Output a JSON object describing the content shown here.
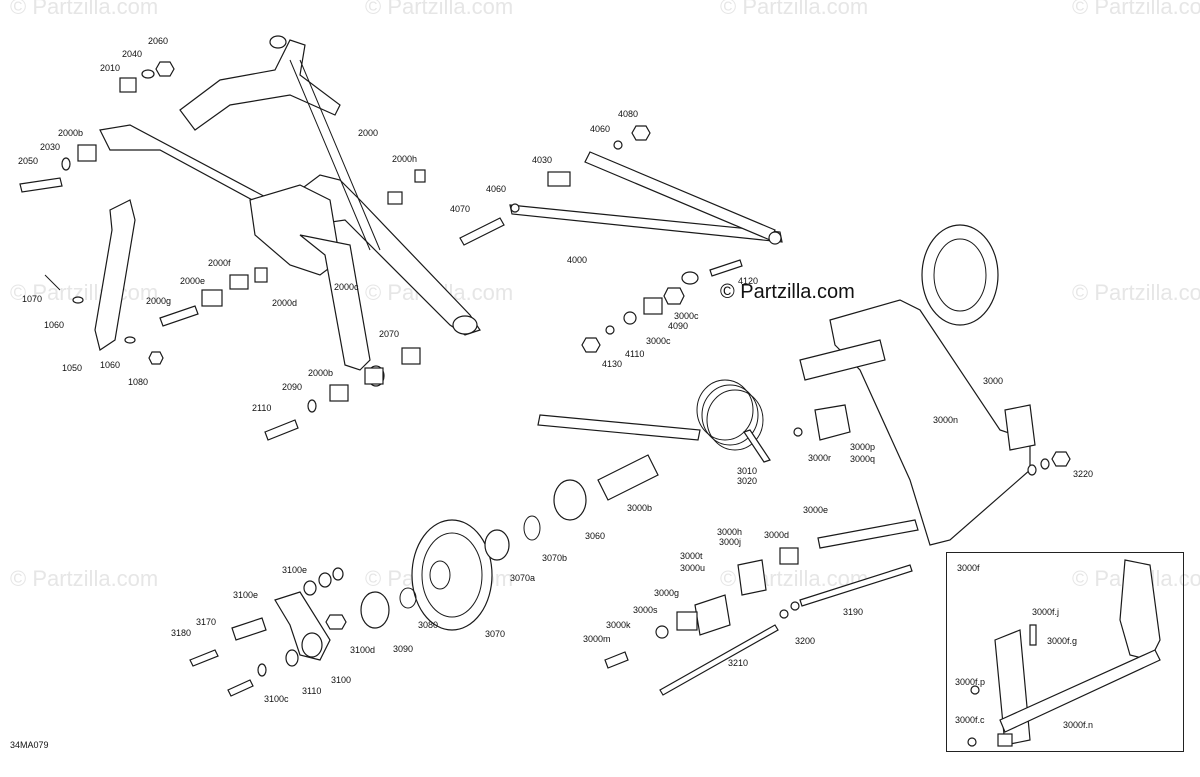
{
  "watermark": "© Partzilla.com",
  "brand": "© Partzilla.com",
  "figure_code": "34MA079",
  "inset_title": "3000f",
  "part_labels": [
    "2060",
    "2040",
    "2010",
    "2000b",
    "2030",
    "2050",
    "2000",
    "2000h",
    "1070",
    "1060",
    "1050",
    "1060",
    "1080",
    "2000f",
    "2000e",
    "2000g",
    "2000d",
    "2000c",
    "2070",
    "2000b",
    "2090",
    "2110",
    "4080",
    "4060",
    "4030",
    "4060",
    "4070",
    "4000",
    "4120",
    "4090",
    "3000c",
    "4110",
    "3000c",
    "4130",
    "3000",
    "3000n",
    "3000p",
    "3000q",
    "3000r",
    "3220",
    "3010",
    "3020",
    "3000b",
    "3060",
    "3070b",
    "3070a",
    "3070",
    "3080",
    "3090",
    "3000e",
    "3000d",
    "3000h",
    "3000j",
    "3000t",
    "3000u",
    "3000g",
    "3000s",
    "3000k",
    "3000m",
    "3190",
    "3200",
    "3210",
    "3100e",
    "3100e",
    "3170",
    "3180",
    "3100d",
    "3100",
    "3110",
    "3100c",
    "3000f.j",
    "3000f.g",
    "3000f.p",
    "3000f.c",
    "3000f.n"
  ]
}
